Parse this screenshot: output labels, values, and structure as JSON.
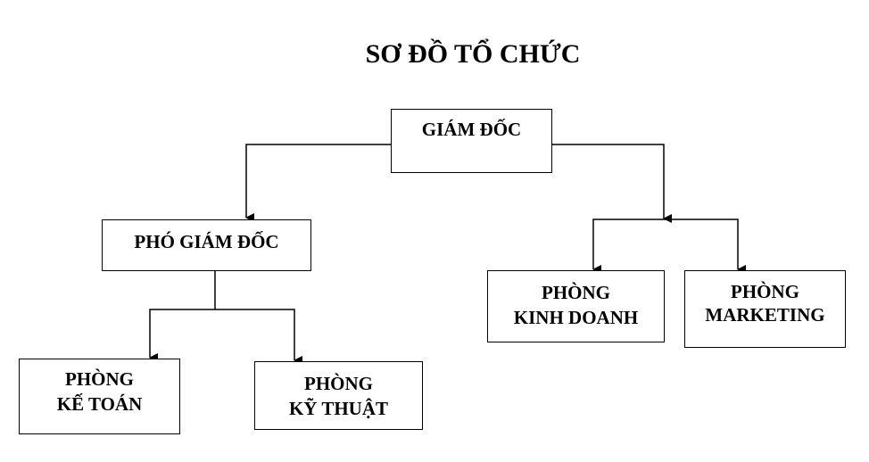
{
  "title": "SƠ ĐỒ TỔ CHỨC",
  "nodes": {
    "director": {
      "line1": "GIÁM ĐỐC"
    },
    "deputy_director": {
      "line1": "PHÓ GIÁM ĐỐC"
    },
    "accounting": {
      "line1": "PHÒNG",
      "line2": "KẾ TOÁN"
    },
    "technical": {
      "line1": "PHÒNG",
      "line2": "KỸ THUẬT"
    },
    "sales": {
      "line1": "PHÒNG",
      "line2": "KINH DOANH"
    },
    "marketing": {
      "line1": "PHÒNG",
      "line2": "MARKETING"
    }
  }
}
